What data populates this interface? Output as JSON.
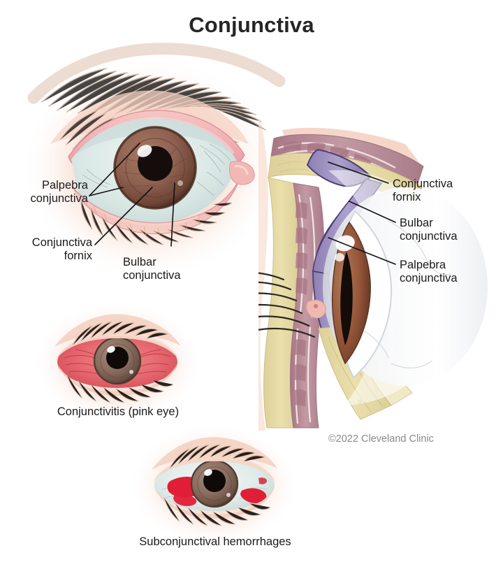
{
  "page": {
    "title": "Conjunctiva",
    "background_color": "#ffffff",
    "copyright": "©2022 Cleveland Clinic"
  },
  "figures": {
    "main_eye": {
      "name": "anterior-eye-view",
      "labels": {
        "palpebra": "Palpebra\nconjunctiva",
        "fornix": "Conjunctiva\nfornix",
        "bulbar": "Bulbar\nconjunctiva"
      }
    },
    "cross_section": {
      "name": "sagittal-eye-cross-section",
      "labels": {
        "fornix": "Conjunctiva\nfornix",
        "bulbar": "Bulbar\nconjunctiva",
        "palpebra": "Palpebra\nconjunctiva"
      }
    },
    "conjunctivitis": {
      "name": "conjunctivitis-eye",
      "caption": "Conjunctivitis (pink eye)"
    },
    "hemorrhage": {
      "name": "subconjunctival-hemorrhage-eye",
      "caption": "Subconjunctival hemorrhages"
    }
  },
  "colors": {
    "skin_light": "#f7ded2",
    "skin_mid": "#f0c8b4",
    "skin_shadow": "#e3ad98",
    "lid_pink": "#f0aeb2",
    "lid_pink_deep": "#e4878f",
    "sclera": "#dde8e5",
    "sclera_blue": "#cfe0df",
    "iris_brown": "#8d6352",
    "iris_dark": "#6b4436",
    "pupil": "#140d0b",
    "highlight": "#ffffff",
    "inflamed_red": "#e4656d",
    "inflamed_red_deep": "#d4434f",
    "hemorrhage_red": "#e01f36",
    "muscle": "#b98a96",
    "muscle_deep": "#a06f7e",
    "fat_yellow": "#e7dba4",
    "conjunctiva_purple": "#a398c6",
    "conjunctiva_purple_deep": "#7d6fa6",
    "lash": "#5a4a3c",
    "leader_line": "#111111",
    "text": "#1a1a1a",
    "copyright_text": "#8a8a8a"
  }
}
